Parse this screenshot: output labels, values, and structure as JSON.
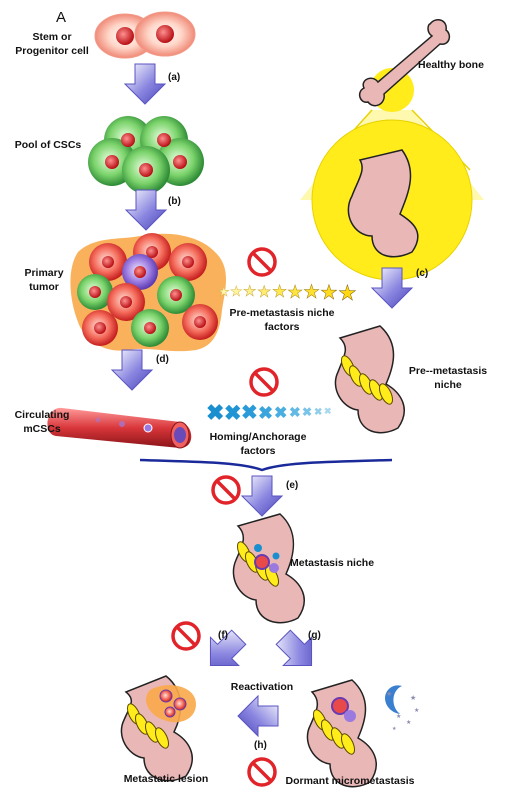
{
  "panel_letter": "A",
  "labels": {
    "stem_line1": "Stem or",
    "stem_line2": "Progenitor cell",
    "pool": "Pool of CSCs",
    "primary_line1": "Primary",
    "primary_line2": "tumor",
    "healthy_bone": "Healthy bone",
    "premet_factors_line1": "Pre-metastasis niche",
    "premet_factors_line2": "factors",
    "premet_niche_line1": "Pre--metastasis",
    "premet_niche_line2": "niche",
    "circ_line1": "Circulating",
    "circ_line2": "mCSCs",
    "homing_line1": "Homing/Anchorage",
    "homing_line2": "factors",
    "met_niche": "Metastasis niche",
    "reactivation": "Reactivation",
    "met_lesion": "Metastatic lesion",
    "dormant": "Dormant micrometastasis"
  },
  "steps": {
    "a": "(a)",
    "b": "(b)",
    "c": "(c)",
    "d": "(d)",
    "e": "(e)",
    "f": "(f)",
    "g": "(g)",
    "h": "(h)"
  },
  "colors": {
    "arrow": "#6a63c8",
    "prohibit": "#e0242a",
    "bone": "#eab7b7",
    "yellow": "#ffec1a",
    "cell_red": "#e03434",
    "cell_green": "#3aa84a",
    "vessel": "#d8363a",
    "homing": "#1a8fd0",
    "moon": "#3a7fd0"
  },
  "icons": [
    "down-arrow-icon",
    "prohibition-sign-icon",
    "bone-icon",
    "moon-icon",
    "star-icon"
  ]
}
